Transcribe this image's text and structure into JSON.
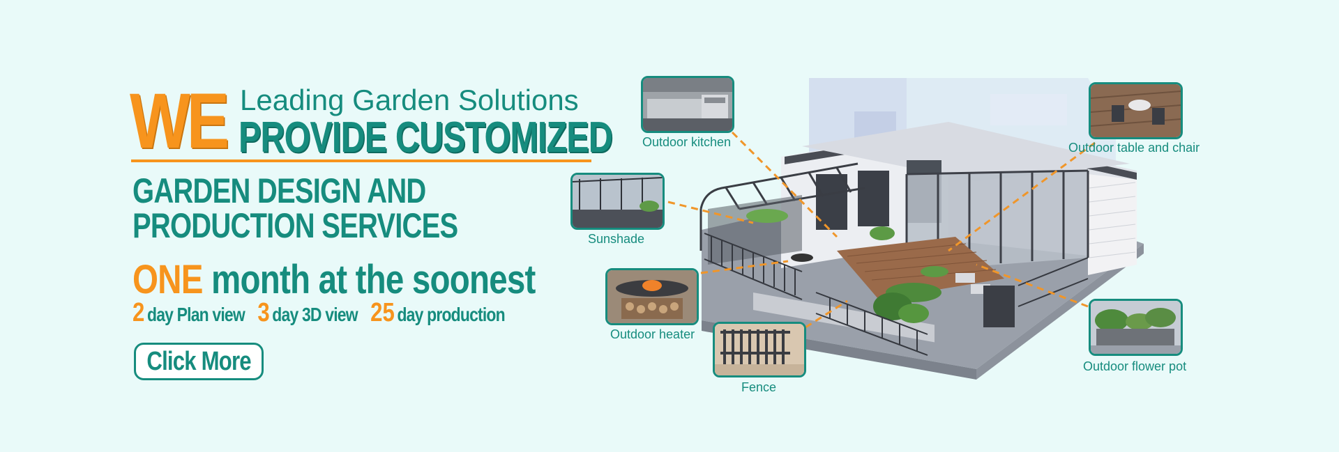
{
  "headline": {
    "we": "WE",
    "lead": "Leading Garden Solutions",
    "provide": "PROVIDE CUSTOMIZED",
    "line1": "GARDEN DESIGN AND",
    "line2": "PRODUCTION SERVICES"
  },
  "tagline": {
    "one": "ONE",
    "rest": "month at the soonest"
  },
  "timeline": [
    {
      "num": "2",
      "text": "day Plan view"
    },
    {
      "num": "3",
      "text": "day 3D view"
    },
    {
      "num": "25",
      "text": "day production"
    }
  ],
  "cta": {
    "label": "Click More"
  },
  "features": {
    "kitchen": "Outdoor kitchen",
    "sunshade": "Sunshade",
    "heater": "Outdoor heater",
    "fence": "Fence",
    "table": "Outdoor table and chair",
    "flowerpot": "Outdoor flower pot"
  },
  "colors": {
    "background": "#e9faf9",
    "accent_orange": "#f7941d",
    "brand_teal": "#168c7e"
  }
}
